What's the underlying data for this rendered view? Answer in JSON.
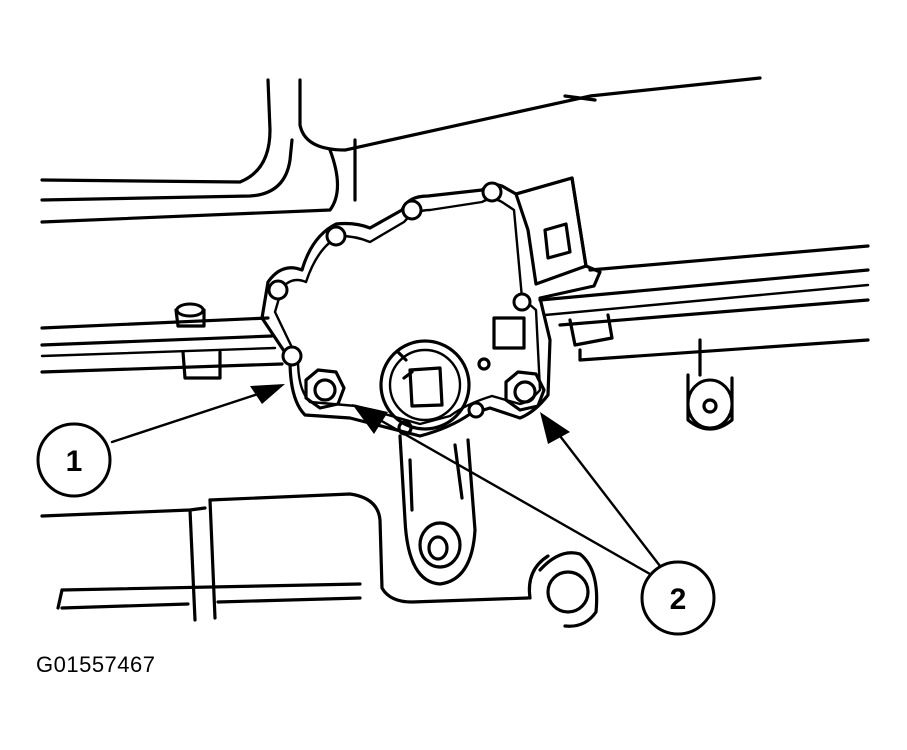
{
  "figure": {
    "id_label": "G01557467"
  },
  "callouts": [
    {
      "number": "1"
    },
    {
      "number": "2"
    }
  ],
  "colors": {
    "line": "#000000",
    "background": "#ffffff"
  }
}
